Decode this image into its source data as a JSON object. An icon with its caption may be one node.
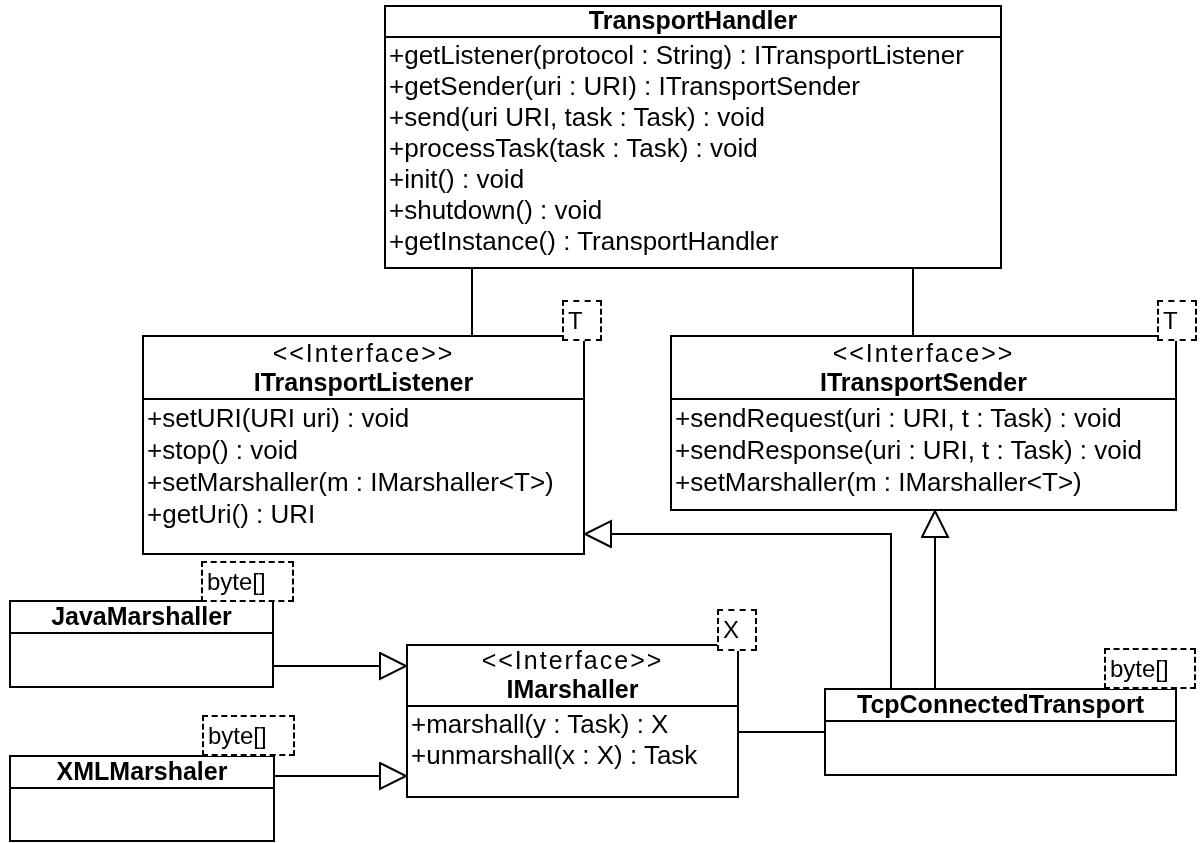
{
  "diagram": {
    "nodes": [
      {
        "text": [
          "TransportHandler",
          "+getListener(protocol : String) : ITransportListener",
          "+getSender(uri : URI) : ITransportSender",
          "+send(uri URI, task : Task) : void",
          "+processTask(task : Task) : void",
          "+init() : void",
          "+shutdown() : void",
          "+getInstance() : TransportHandler"
        ]
      },
      {
        "text": [
          "<<Interface>>",
          "ITransportListener",
          "+setURI(URI uri) : void",
          "+stop() : void",
          "+setMarshaller(m : IMarshaller<T>)",
          "+getUri() : URI"
        ]
      },
      {
        "text": [
          "T"
        ]
      },
      {
        "text": [
          "<<Interface>>",
          "ITransportSender",
          "+sendRequest(uri : URI, t : Task) : void",
          "+sendResponse(uri : URI, t : Task) : void",
          "+setMarshaller(m : IMarshaller<T>)"
        ]
      },
      {
        "text": [
          "T"
        ]
      },
      {
        "text": [
          "byte[]"
        ]
      },
      {
        "text": [
          "JavaMarshaller"
        ]
      },
      {
        "text": [
          "byte[]"
        ]
      },
      {
        "text": [
          "TcpConnectedTransport"
        ]
      },
      {
        "text": [
          "X"
        ]
      },
      {
        "text": [
          "<<Interface>>",
          "IMarshaller",
          "+marshall(y : Task) : X",
          "+unmarshall(x : X) : Task"
        ]
      },
      {
        "text": [
          "byte[]"
        ]
      },
      {
        "text": [
          "XMLMarshaler"
        ]
      }
    ],
    "edges": [
      {
        "from": 0,
        "to": 1,
        "arrow": "none"
      },
      {
        "from": 0,
        "to": 3,
        "arrow": "none"
      },
      {
        "from": 6,
        "to": 10,
        "arrow": "to"
      },
      {
        "from": 12,
        "to": 10,
        "arrow": "to"
      },
      {
        "from": 8,
        "to": 1,
        "arrow": "to"
      },
      {
        "from": 8,
        "to": 3,
        "arrow": "to"
      },
      {
        "from": 10,
        "to": 8,
        "arrow": "none"
      }
    ]
  }
}
